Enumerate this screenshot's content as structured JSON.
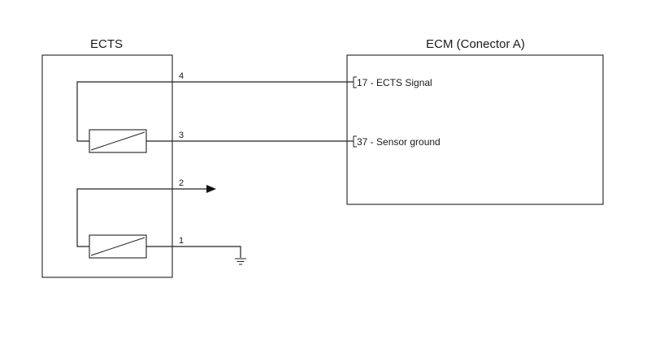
{
  "ects": {
    "title": "ECTS",
    "pins": [
      "4",
      "3",
      "2",
      "1"
    ]
  },
  "ecm": {
    "title": "ECM (Conector A)",
    "connections": [
      {
        "label": "17 - ECTS Signal"
      },
      {
        "label": "37 - Sensor ground"
      }
    ]
  },
  "colors": {
    "line": "#222222",
    "background": "#ffffff"
  },
  "icons": [
    "resistor-sensor-icon",
    "arrow-right-icon",
    "ground-icon"
  ]
}
